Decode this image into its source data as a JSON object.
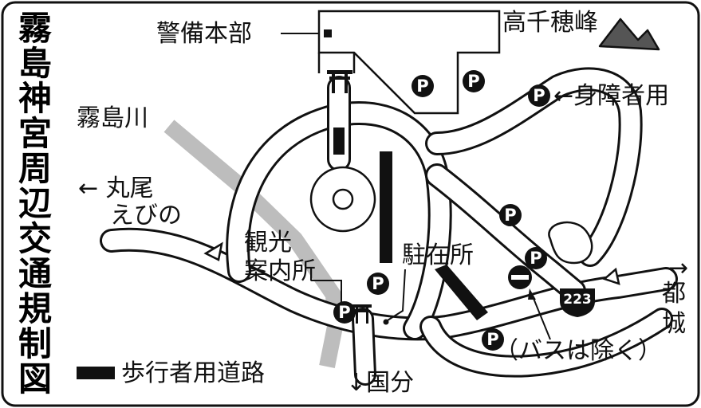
{
  "title": "霧島神宮周辺交通規制図",
  "labels": {
    "security_hq": "警備本部",
    "mountain": "高千穂峰",
    "river": "霧島川",
    "accessible_parking": "←身障者用",
    "to_maruo": "← 丸尾",
    "ebino": "えびの",
    "tourist_info_1": "観光",
    "tourist_info_2": "案内所",
    "police_box": "駐在所",
    "to_miyakonojo_arrow": "→",
    "miyakonojo_1": "都",
    "miyakonojo_2": "城",
    "except_bus": "（バスは除く）",
    "to_kokubu": "↓国分"
  },
  "legend": {
    "label": "歩行者用道路"
  },
  "route_number": "223",
  "parking_symbol": "P",
  "colors": {
    "ink": "#111111",
    "river": "#bdbdbd",
    "background": "#ffffff"
  },
  "icons": [
    "torii-icon",
    "parking-icon",
    "no-entry-icon",
    "mountain-icon",
    "route-shield-icon",
    "police-box-dot-icon"
  ]
}
